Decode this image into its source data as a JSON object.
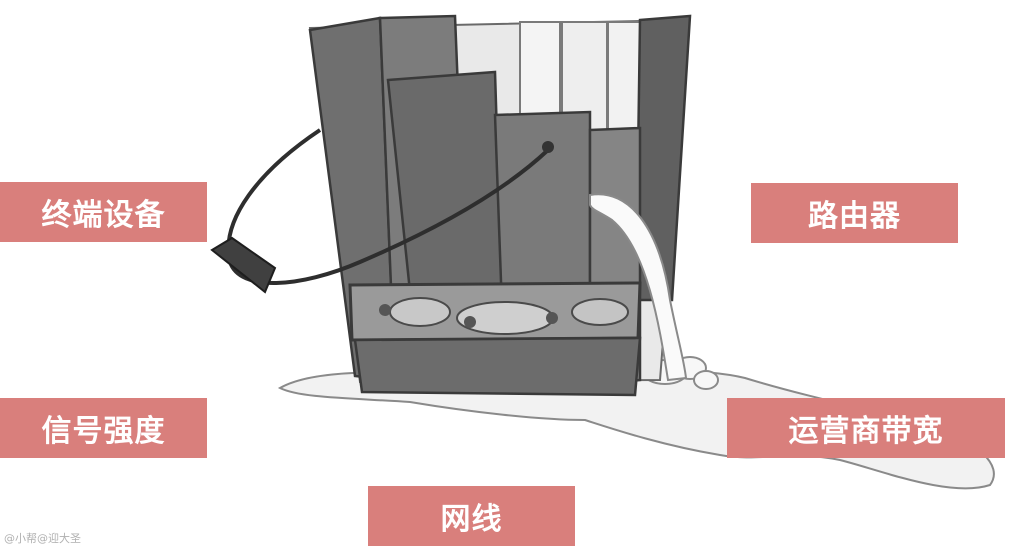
{
  "labels": {
    "terminal": "终端设备",
    "signal": "信号强度",
    "cable": "网线",
    "router": "路由器",
    "bandwidth": "运营商带宽"
  },
  "watermark": "@小帮@迎大圣"
}
